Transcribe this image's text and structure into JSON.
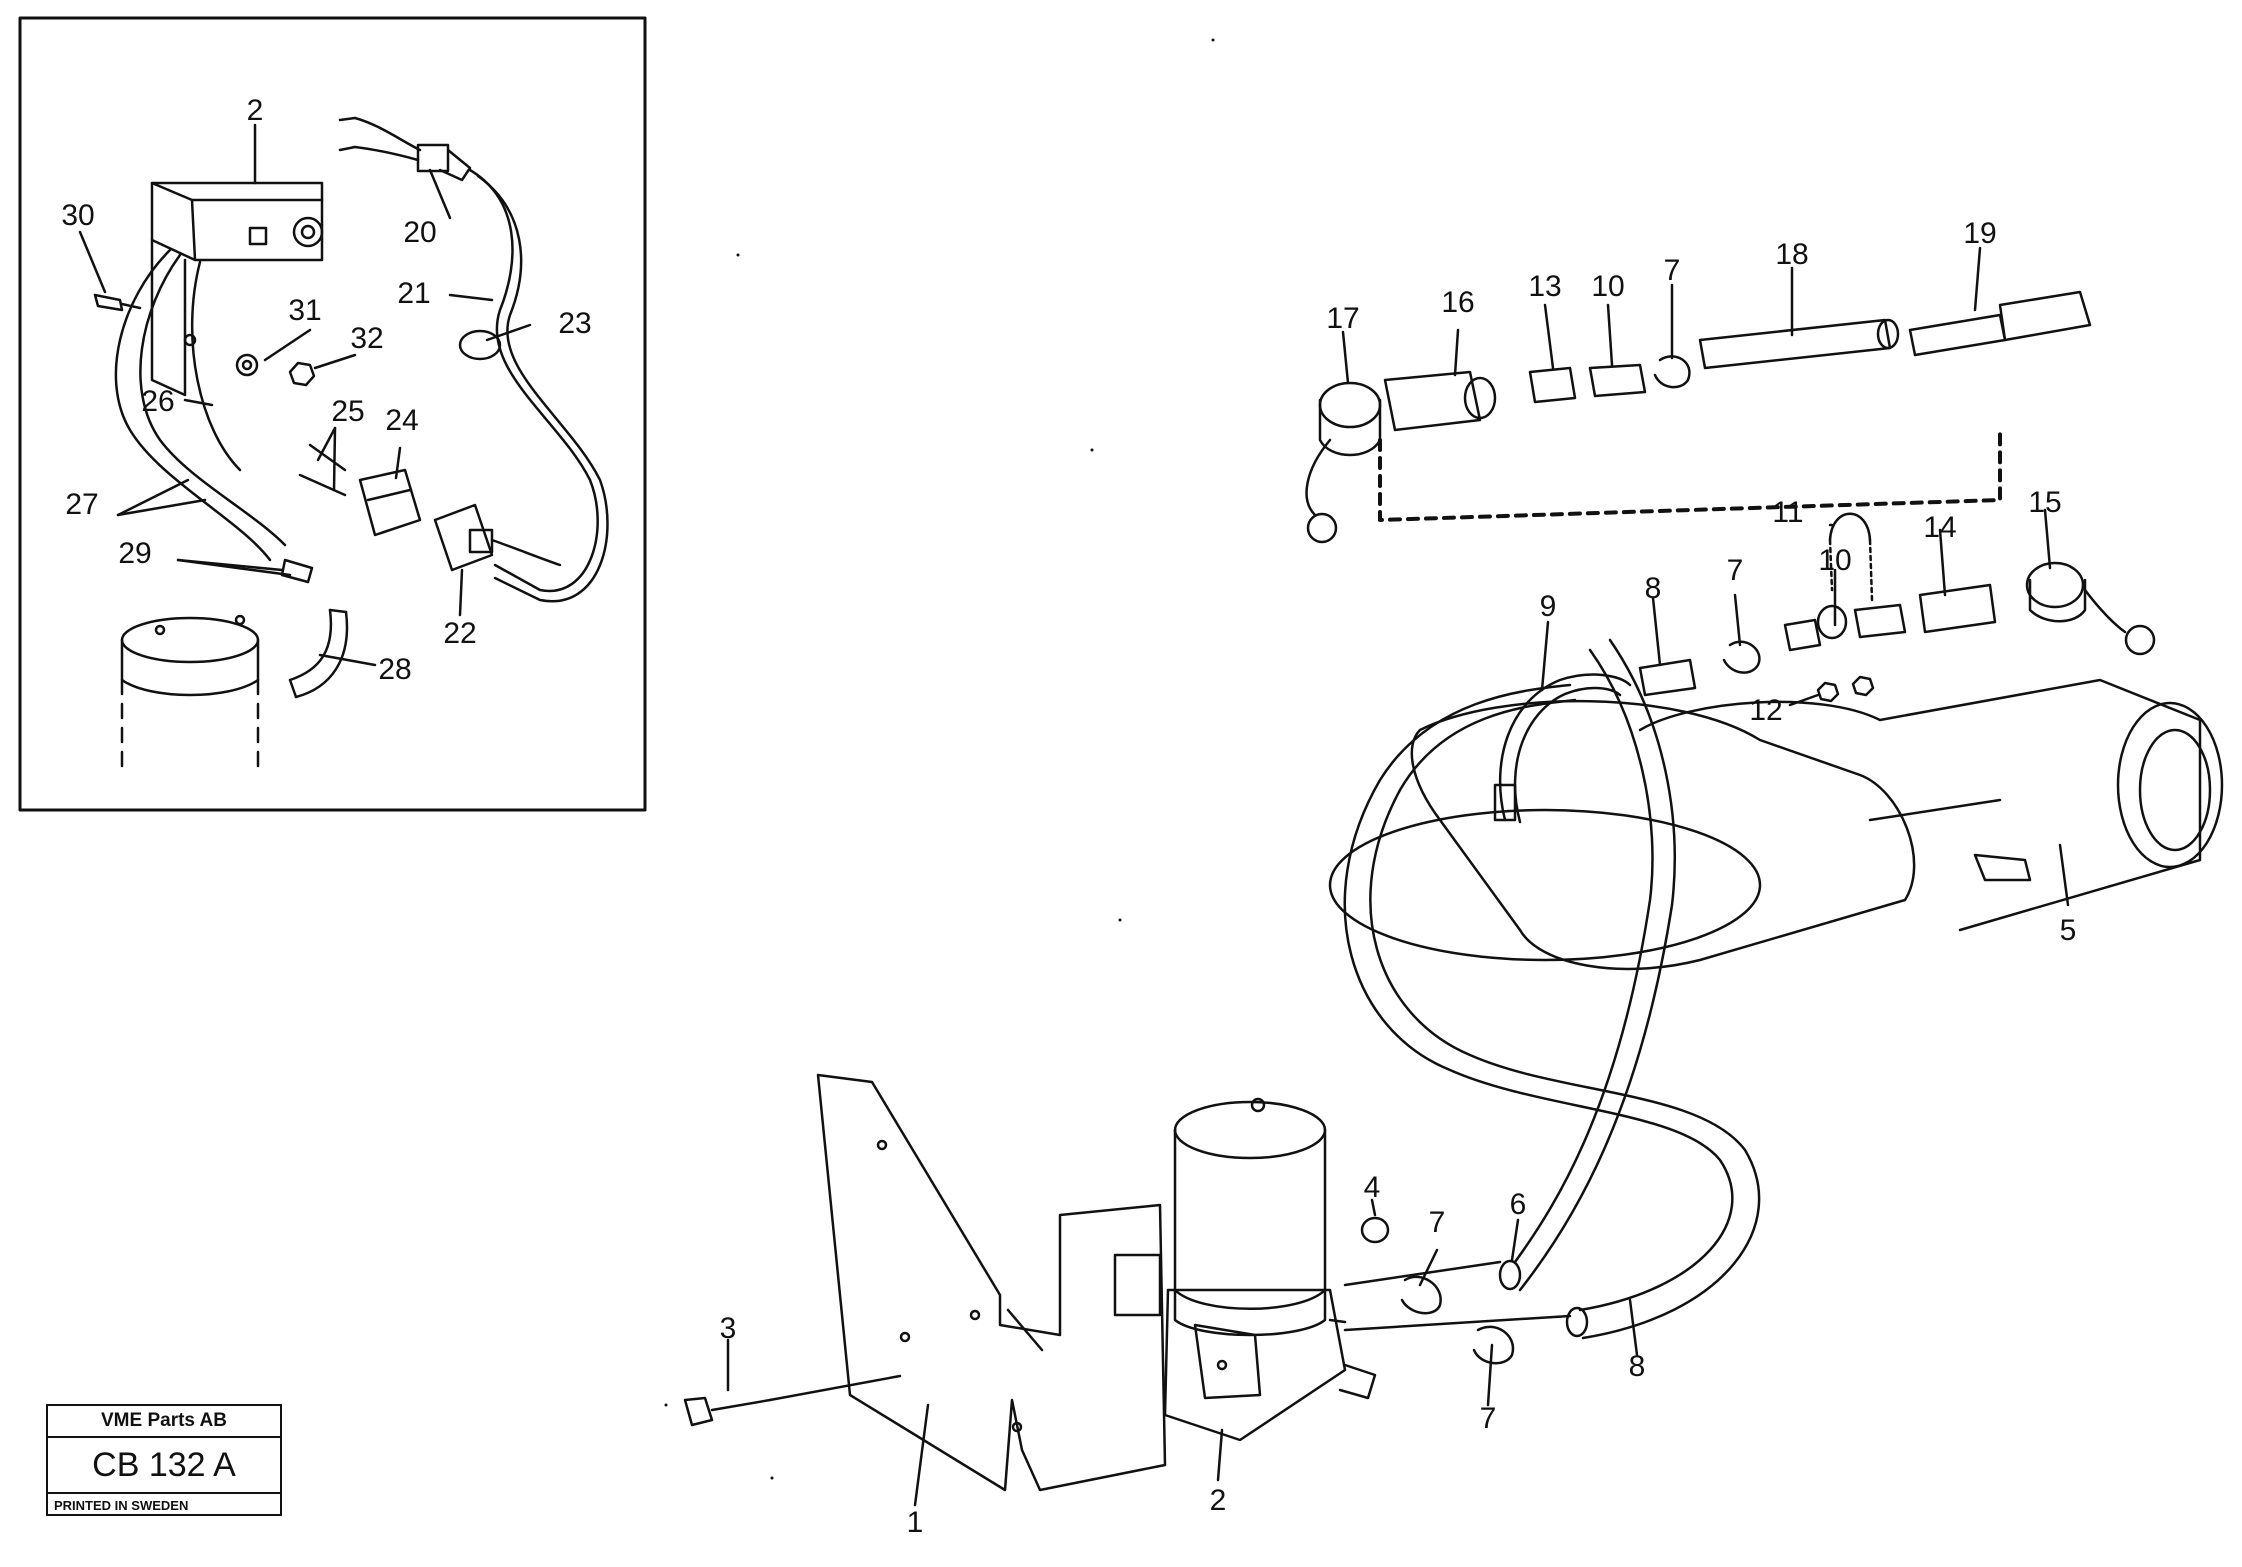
{
  "inset_labels": [
    "2",
    "20",
    "30",
    "21",
    "23",
    "31",
    "32",
    "26",
    "25",
    "24",
    "27",
    "29",
    "22",
    "28"
  ],
  "main_labels": [
    "17",
    "16",
    "13",
    "10",
    "7",
    "18",
    "19",
    "11",
    "15",
    "14",
    "10",
    "7",
    "8",
    "9",
    "12",
    "5",
    "4",
    "7",
    "6",
    "3",
    "8",
    "7",
    "1",
    "2"
  ],
  "stamp": {
    "company": "VME Parts AB",
    "code": "CB 132 A",
    "printed": "PRINTED IN SWEDEN"
  }
}
